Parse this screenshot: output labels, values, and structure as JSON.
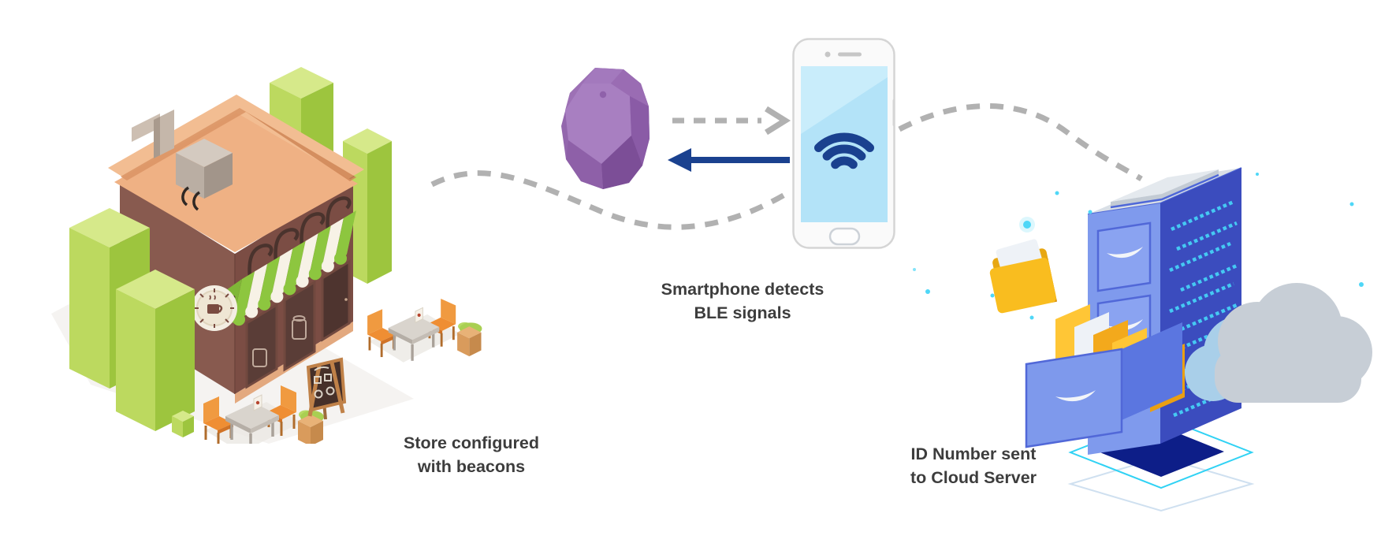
{
  "page": {
    "background": "#ffffff"
  },
  "nodes": {
    "store": {
      "icon": "store-building-icon",
      "caption_line1": "Store configured",
      "caption_line2": "with beacons"
    },
    "beacon": {
      "icon": "beacon-icon",
      "color": "#a87fc1"
    },
    "smartphone": {
      "icon": "smartphone-wifi-icon",
      "caption_line1": "Smartphone detects",
      "caption_line2": "BLE signals"
    },
    "cloud_server": {
      "icon": "cloud-server-icon",
      "caption_line1": "ID Number sent",
      "caption_line2": "to Cloud Server"
    }
  },
  "edges": [
    {
      "id": "store-to-smartphone",
      "from": "store",
      "to": "smartphone",
      "style": "dashed-curve",
      "color": "#b1b1b1"
    },
    {
      "id": "beacon-broadcast",
      "from": "beacon",
      "to": "smartphone",
      "style": "dashed-arrow",
      "color": "#b1b1b1"
    },
    {
      "id": "smartphone-response",
      "from": "smartphone",
      "to": "beacon",
      "style": "solid-arrow",
      "color": "#1a418f"
    },
    {
      "id": "smartphone-to-cloud",
      "from": "smartphone",
      "to": "cloud_server",
      "style": "dashed-curve",
      "color": "#b1b1b1"
    }
  ],
  "palette": {
    "caption_text": "#3d3d3d",
    "dashed_line_gray": "#b1b1b1",
    "accent_navy": "#1a418f",
    "beacon_purple": "#a87fc1",
    "cabinet_blue": "#7f9aed",
    "cabinet_dark_blue": "#3b4cbe",
    "data_dot_cyan": "#45c9f3",
    "folder_yellow": "#f9bd1f",
    "awning_green": "#8dc63f",
    "roof_salmon": "#efb184",
    "screen_blue": "#b3e3f8"
  }
}
